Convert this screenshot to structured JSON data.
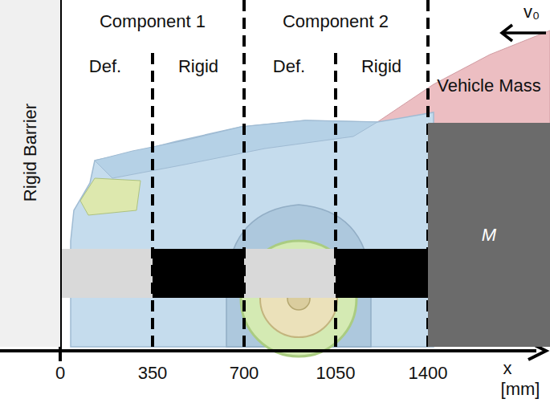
{
  "diagram": {
    "nodes": [
      {
        "text": [
          "Rigid Barrier"
        ]
      },
      {
        "text": [
          "Vehicle Mass",
          "M"
        ]
      }
    ],
    "labels": [
      "Component 1",
      "Def.",
      "Rigid",
      "Component 2",
      "Def.",
      "Rigid",
      "v₀",
      "0",
      "350",
      "700",
      "1050",
      "1400",
      "x",
      "[mm]"
    ]
  }
}
